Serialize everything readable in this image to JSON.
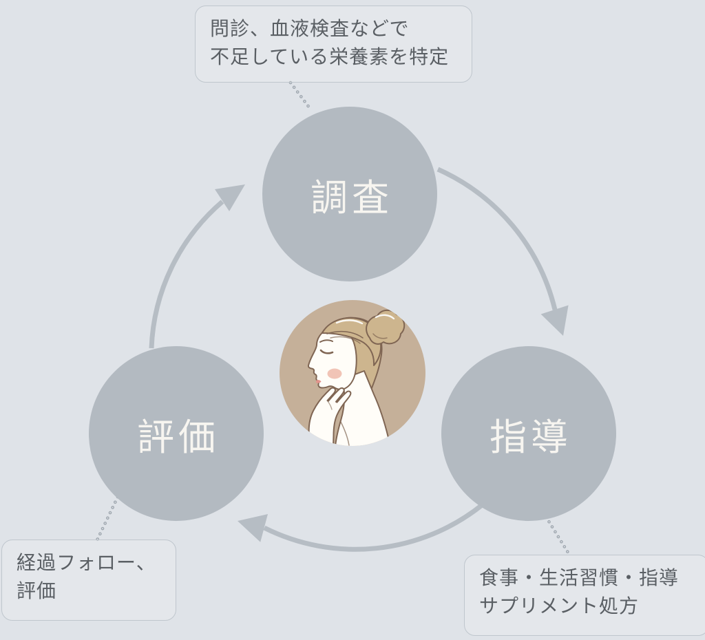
{
  "diagram": {
    "steps": [
      {
        "label": "調査",
        "note_lines": [
          "問診、血液検査などで",
          "不足している栄養素を特定"
        ]
      },
      {
        "label": "指導",
        "note_lines": [
          "食事・生活習慣・指導",
          "サプリメント処方"
        ]
      },
      {
        "label": "評価",
        "note_lines": [
          "経過フォロー、",
          "評価"
        ]
      }
    ],
    "center_image": "woman-profile-illustration",
    "colors": {
      "background": "#dfe3e8",
      "step_circle": "#b3bac1",
      "step_label": "#f7f5f0",
      "arrow": "#b6bdc4",
      "callout_border": "#bfc6cd",
      "callout_text": "#5a5f64",
      "center_circle": "#c5b099"
    }
  }
}
